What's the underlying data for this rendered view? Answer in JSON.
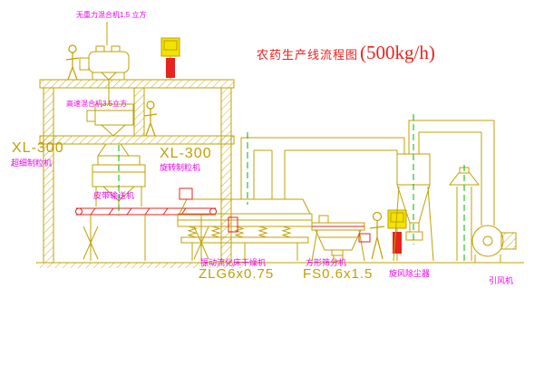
{
  "title": {
    "text": "农药生产线流程图",
    "capacity": "(500kg/h)"
  },
  "labels": {
    "gravity_mixer": "无重力混合机1.5 立方",
    "high_speed_mixer": "高速混合机3.5立方",
    "granulator_left_model": "XL-300",
    "granulator_left_name": "超细制粒机",
    "granulator_mid_model": "XL-300",
    "granulator_mid_name": "旋转制粒机",
    "belt_conveyor": "皮带输送机",
    "dryer_name": "振动流化床干燥机",
    "dryer_model": "ZLG6x0.75",
    "sifter_name": "方形筛分机",
    "sifter_model": "FS0.6x1.5",
    "cyclone": "旋风除尘器",
    "fan": "引风机"
  },
  "colors": {
    "line_gold": "#c0a000",
    "label_magenta": "#ee00ee",
    "accent_red": "#e8231d",
    "centerline_green": "#00b400",
    "cabinet_yellow": "#f2e300",
    "background": "#ffffff"
  }
}
